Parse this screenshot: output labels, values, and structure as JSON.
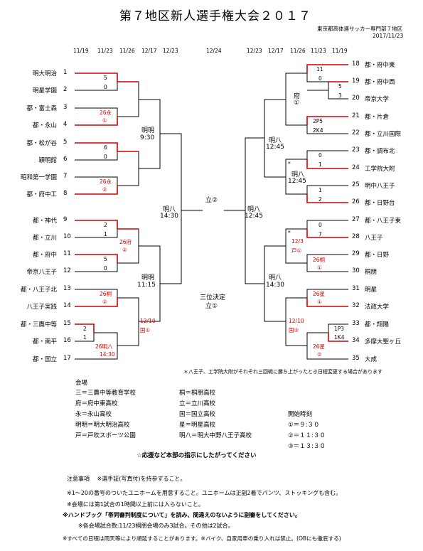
{
  "title": "第７地区新人選手権大会２０１７",
  "org": "東京都高体連サッカー専門部７地区",
  "issued": "2017/11/23",
  "rounds_left": [
    "11/19",
    "11/23",
    "11/26",
    "12/17",
    "12/23"
  ],
  "round_center": "12/24",
  "rounds_right": [
    "12/23",
    "12/17",
    "11/26",
    "11/23",
    "11/19"
  ],
  "left_teams": [
    {
      "name": "明大明治",
      "no": "1"
    },
    {
      "name": "明星学園",
      "no": "2"
    },
    {
      "name": "都・富士森",
      "no": "3"
    },
    {
      "name": "都・永山",
      "no": "4"
    },
    {
      "name": "都・松が谷",
      "no": "5"
    },
    {
      "name": "穎明館",
      "no": "6"
    },
    {
      "name": "昭和第一学園",
      "no": "7"
    },
    {
      "name": "都・府中工",
      "no": "8"
    },
    {
      "name": "都・神代",
      "no": "9"
    },
    {
      "name": "都・立川",
      "no": "10"
    },
    {
      "name": "都・府中",
      "no": "11"
    },
    {
      "name": "帝京八王子",
      "no": "12"
    },
    {
      "name": "都・八王子北",
      "no": "13"
    },
    {
      "name": "八王子実践",
      "no": "14"
    },
    {
      "name": "都・三鷹中等",
      "no": "15"
    },
    {
      "name": "都・南平",
      "no": "16"
    },
    {
      "name": "都・国立",
      "no": "17"
    }
  ],
  "right_teams": [
    {
      "no": "18",
      "name": "都・府中東"
    },
    {
      "no": "19",
      "name": "都・府中西"
    },
    {
      "no": "20",
      "name": "帝京大学"
    },
    {
      "no": "21",
      "name": "都・片倉"
    },
    {
      "no": "22",
      "name": "都・立川国際"
    },
    {
      "no": "23",
      "name": "都・調布北"
    },
    {
      "no": "24",
      "name": "工学院大附"
    },
    {
      "no": "25",
      "name": "明中八王子"
    },
    {
      "no": "26",
      "name": "都・日野台"
    },
    {
      "no": "27",
      "name": "都・八王子東"
    },
    {
      "no": "28",
      "name": "八王子"
    },
    {
      "no": "29",
      "name": "都・日野"
    },
    {
      "no": "30",
      "name": "桐朋"
    },
    {
      "no": "31",
      "name": "明星"
    },
    {
      "no": "32",
      "name": "法政大学"
    },
    {
      "no": "33",
      "name": "都・翔陽"
    },
    {
      "no": "34",
      "name": "多摩大聖ヶ丘"
    },
    {
      "no": "35",
      "name": "大成"
    }
  ],
  "scores": {
    "m1a": "5",
    "m1b": "0",
    "m3a": "6",
    "m3b": "0",
    "m9a": "2",
    "m9b": "1",
    "m11a": "5",
    "m11b": "0",
    "m15a": "2",
    "m15b": "1",
    "r18a": "11",
    "r18b": "0",
    "r19a": "5",
    "r19b": "3",
    "r21a": "2P5",
    "r21b": "2K4",
    "r23a": "0",
    "r23b": "1",
    "r25a": "1",
    "r25b": "2",
    "r27a": "0",
    "r27b": "7",
    "r33a": "1P3",
    "r33b": "1K4"
  },
  "venues": {
    "l3": "26永",
    "l3c": "①",
    "l7": "26永",
    "l7c": "②",
    "l9": "26府",
    "l9c": "②",
    "l13": "26桐",
    "l13c": "②",
    "l16": "26明八",
    "l16t": "14:30",
    "l_qf1": "明明",
    "l_qf1t": "9:30",
    "l_qf2": "明明",
    "l_qf2t": "11:15",
    "l_qf3": "12/10",
    "l_qf3v": "国①",
    "l_sf": "明八",
    "l_sft": "14:30",
    "final": "立②",
    "third_label": "三位決定",
    "third": "立①",
    "r_sf": "明八",
    "r_sft": "12:45",
    "r18": "府",
    "r18c": "①",
    "r_qf1": "明八",
    "r_qf1t": "12:45",
    "r23": "明八",
    "r23t": "12:45",
    "r27d": "12/3",
    "r27": "戸①",
    "r29": "26桐",
    "r29c": "①",
    "r_qf2": "明八",
    "r_qf2t": "14:30",
    "r31": "26星",
    "r31c": "①",
    "r33d": "12/10",
    "r33": "国②",
    "r34": "26星",
    "r34c": "②",
    "star": "*"
  },
  "footnote_star": "＊八王子、工学院大附がそれぞれ三回戦に勝ち上がったとき日程変更する場合があります",
  "legend": {
    "heading": "会場",
    "left": [
      "三＝三鷹中等教育学校",
      "府＝府中東高校",
      "永＝永山高校",
      "明明＝明大明治高校",
      "戸＝戸吹スポーツ公園"
    ],
    "mid": [
      "桐＝桐朋高校",
      "立＝立川高校",
      "国＝国立高校",
      "星＝明星高校",
      "明八＝明大中野八王子高校"
    ],
    "start_heading": "開始時刻",
    "start": [
      "①＝９:３０",
      "②＝１１:３０",
      "③＝１３:３０"
    ]
  },
  "instruction": "☆応援など本部の指示にしたがってください",
  "notes": [
    "注意事項　 ※選手証(写真付)を持参すること。",
    "※1～20の番号のついたユニホームを用意すること。ユニホームは正副2着でパンツ、ストッキングも含む。",
    "※会場には第1試合の1時間以上前には入らないこと。",
    "※ハンドブック「帯同審判制度について」を読み、間違えのないように副審をしてください。",
    "※各会場試合数:11/23桐朋会場のみ3試合。その他は2試合。",
    "※すべての日程は雨天等により順延することがあります。※バイク、自家用車の乗り入れは禁止。(OBにも徹底する)"
  ]
}
